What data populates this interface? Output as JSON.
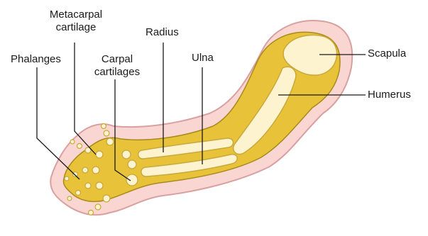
{
  "labels": {
    "metacarpal_line1": "Metacarpal",
    "metacarpal_line2": "cartilage",
    "phalanges": "Phalanges",
    "carpal_line1": "Carpal",
    "carpal_line2": "cartilages",
    "radius": "Radius",
    "ulna": "Ulna",
    "scapula": "Scapula",
    "humerus": "Humerus"
  },
  "colors": {
    "skin_fill": "#f9d6d2",
    "skin_outline": "#d9a0a0",
    "cartilage_fill": "#e8c33a",
    "cartilage_outline": "#a88a1a",
    "bone_fill": "#fdf3cf",
    "bone_outline": "#c9a83a",
    "leader_line": "#1a1a1a"
  }
}
